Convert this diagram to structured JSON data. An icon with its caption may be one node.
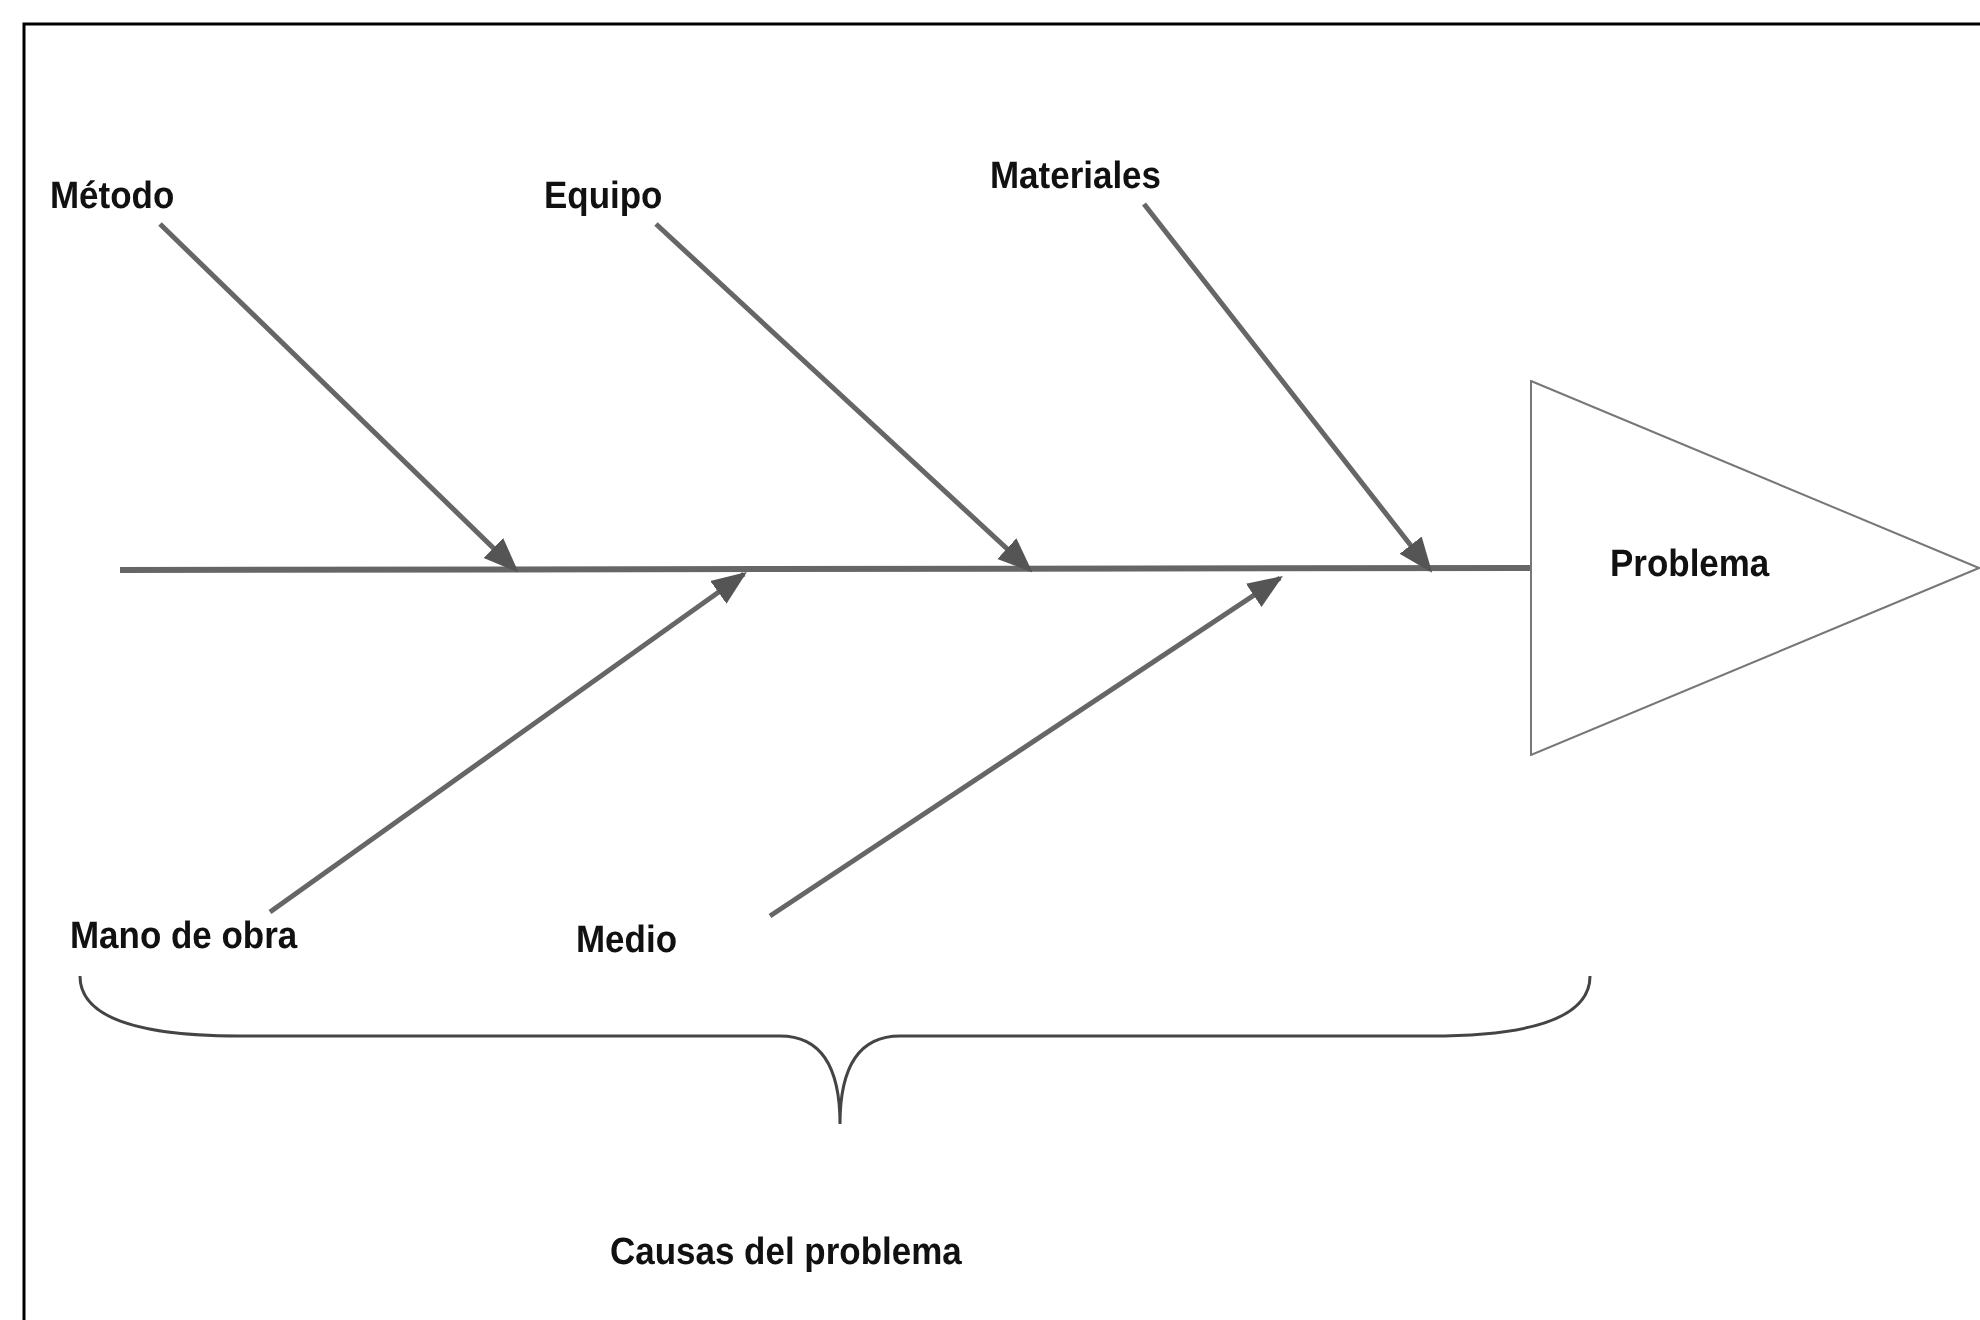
{
  "diagram": {
    "nodes": [
      {
        "text": [
          "Método"
        ]
      },
      {
        "text": [
          "Equipo"
        ]
      },
      {
        "text": [
          "Materiales"
        ]
      },
      {
        "text": [
          "Mano de obra"
        ]
      },
      {
        "text": [
          "Medio"
        ]
      },
      {
        "text": [
          "Problema"
        ]
      }
    ],
    "edges": [
      {
        "from": null,
        "to": 5,
        "arrow": "none"
      },
      {
        "from": 0,
        "to": null,
        "arrow": "to"
      },
      {
        "from": 1,
        "to": null,
        "arrow": "to"
      },
      {
        "from": 2,
        "to": null,
        "arrow": "to"
      },
      {
        "from": 3,
        "to": null,
        "arrow": "to"
      },
      {
        "from": 4,
        "to": null,
        "arrow": "to"
      }
    ],
    "labels": [
      "Causas del problema"
    ]
  }
}
